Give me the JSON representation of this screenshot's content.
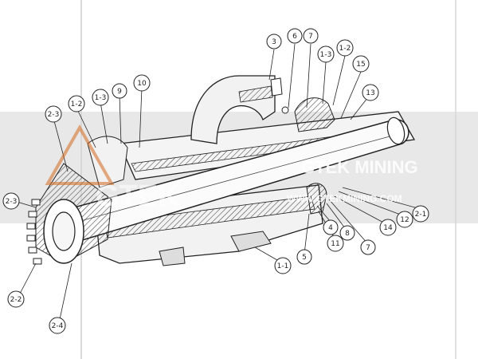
{
  "watermark": {
    "brand": "GTEK MINING",
    "url": "WWW.GTEKMINING.COM",
    "logo_letters": "GTEK",
    "brand_color": "#d4691e",
    "band_color": "#d6d6d6"
  },
  "callouts": [
    "3",
    "6",
    "7",
    "1-3",
    "1-2",
    "15",
    "13",
    "1-2",
    "1-3",
    "9",
    "10",
    "2-3",
    "2-3",
    "2-2",
    "2-4",
    "1-1",
    "5",
    "11",
    "4",
    "8",
    "7",
    "14",
    "12",
    "2-1"
  ]
}
